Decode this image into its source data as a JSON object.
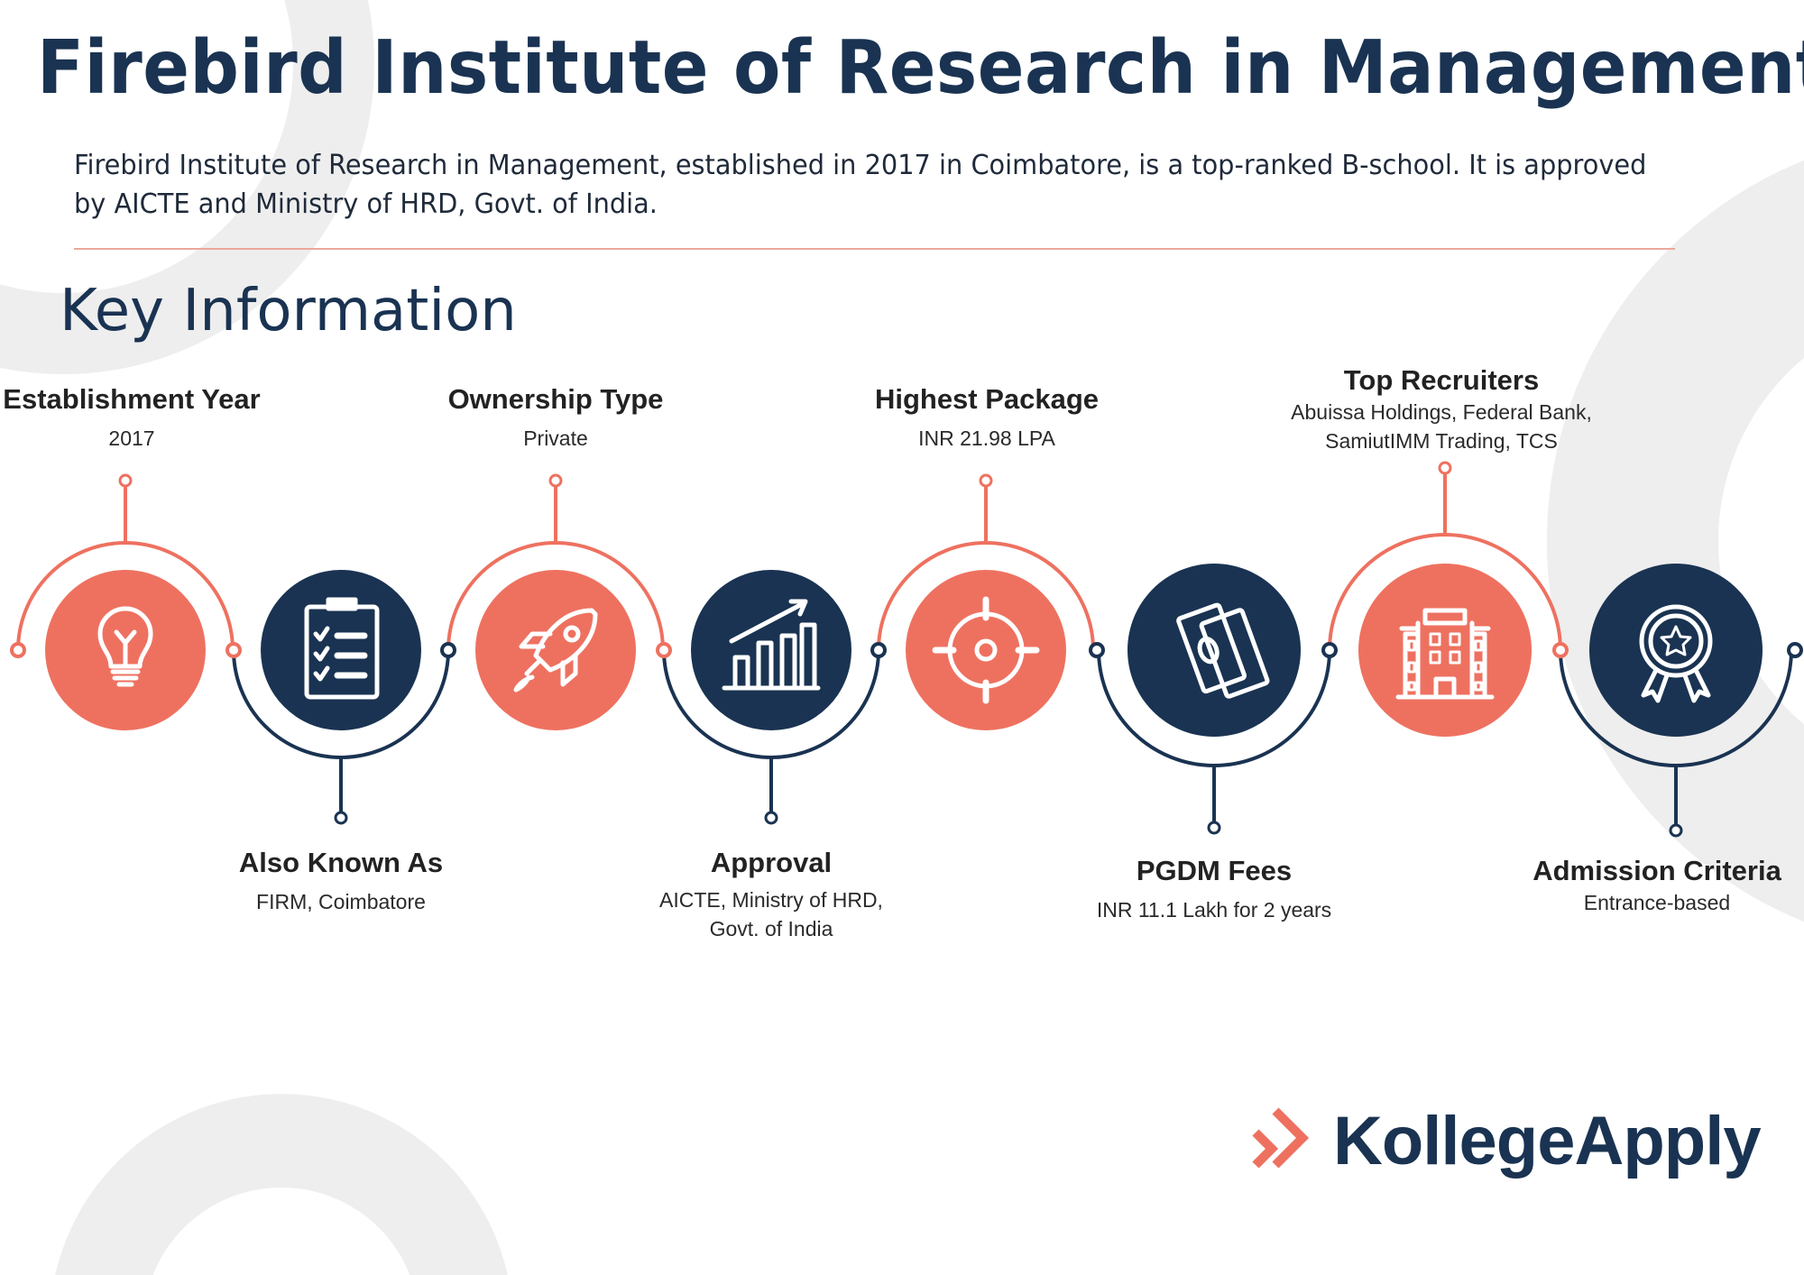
{
  "header": {
    "title": "Firebird Institute of Research in Management",
    "description": "Firebird Institute of Research in Management, established in 2017 in Coimbatore, is a top-ranked B-school. It is approved by AICTE and Ministry of HRD, Govt. of India."
  },
  "section_title": "Key Information",
  "items": [
    {
      "title": "Establishment Year",
      "value": "2017",
      "icon": "lightbulb-icon"
    },
    {
      "title": "Also Known As",
      "value": "FIRM, Coimbatore",
      "icon": "clipboard-checklist-icon"
    },
    {
      "title": "Ownership Type",
      "value": "Private",
      "icon": "rocket-icon"
    },
    {
      "title": "Approval",
      "value_lines": [
        "AICTE, Ministry of HRD,",
        "Govt. of India"
      ],
      "icon": "bar-chart-growth-icon"
    },
    {
      "title": "Highest Package",
      "value": "INR 21.98 LPA",
      "icon": "target-icon"
    },
    {
      "title": "PGDM Fees",
      "value": "INR 11.1 Lakh for 2 years",
      "icon": "money-bills-icon"
    },
    {
      "title": "Top Recruiters",
      "value_lines": [
        "Abuissa Holdings, Federal Bank,",
        "SamiutIMM Trading, TCS"
      ],
      "icon": "building-icon"
    },
    {
      "title": "Admission Criteria",
      "value": "Entrance-based",
      "icon": "award-badge-icon"
    }
  ],
  "logo": {
    "text": "KollegeApply"
  },
  "colors": {
    "accent": "#ee7160",
    "navy": "#1a3352",
    "background_shape": "#eeeeee"
  }
}
